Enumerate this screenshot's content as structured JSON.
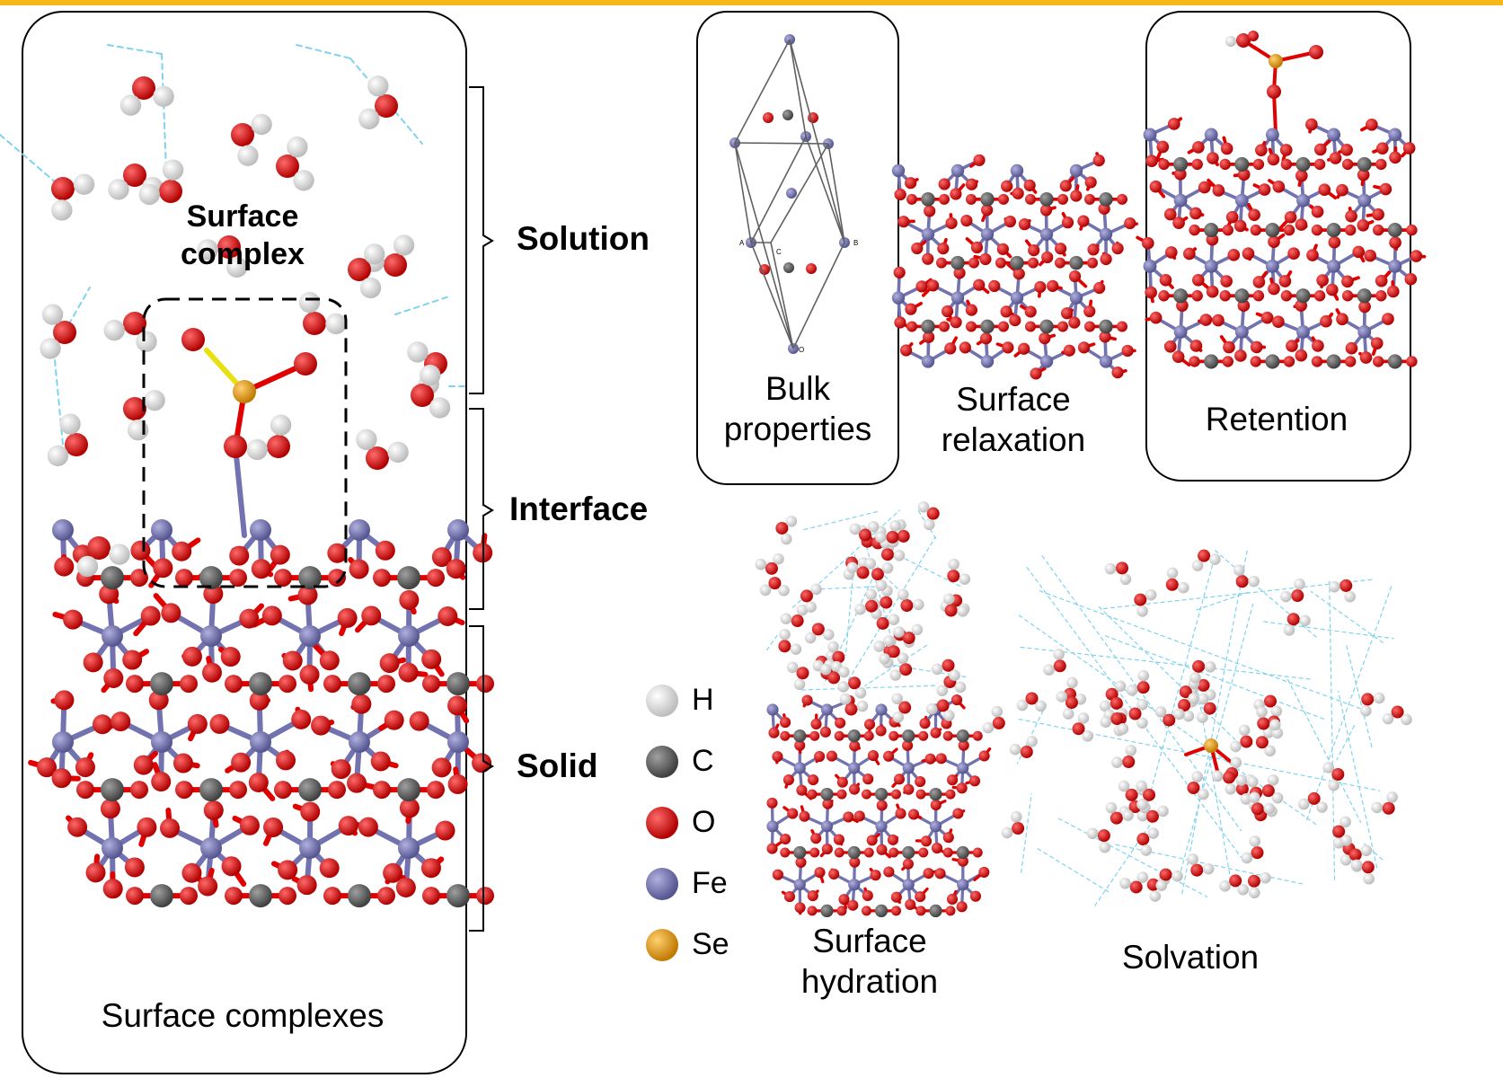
{
  "colors": {
    "accent_bar": "#f5b91a",
    "hydrogen": "#f2f2f2",
    "carbon": "#606060",
    "oxygen": "#e00000",
    "iron": "#7272b0",
    "selenium": "#e59a10",
    "hbond": "#7fd3ee"
  },
  "left_panel": {
    "caption": "Surface complexes",
    "inset_label_line1": "Surface",
    "inset_label_line2": "complex",
    "regions": {
      "solution": "Solution",
      "interface": "Interface",
      "solid": "Solid"
    }
  },
  "steps": {
    "bulk_line1": "Bulk",
    "bulk_line2": "properties",
    "relax_line1": "Surface",
    "relax_line2": "relaxation",
    "retention": "Retention",
    "hydration_line1": "Surface",
    "hydration_line2": "hydration",
    "solvation": "Solvation"
  },
  "cell_labels": {
    "a": "A",
    "c": "C",
    "b": "B",
    "o": "O"
  },
  "legend": [
    {
      "symbol": "H",
      "color": "#f2f2f2"
    },
    {
      "symbol": "C",
      "color": "#606060"
    },
    {
      "symbol": "O",
      "color": "#e00000"
    },
    {
      "symbol": "Fe",
      "color": "#7272b0"
    },
    {
      "symbol": "Se",
      "color": "#e59a10"
    }
  ]
}
